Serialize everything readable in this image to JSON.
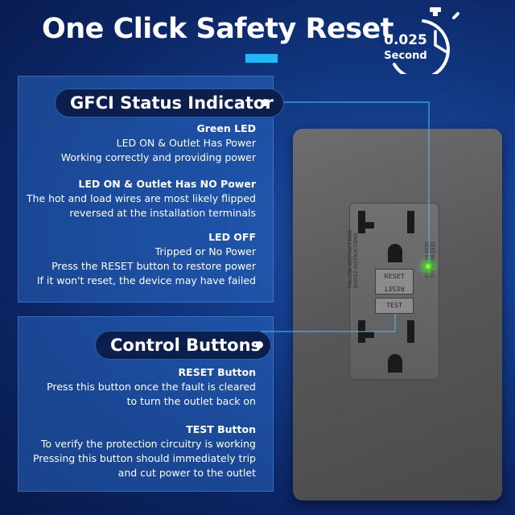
{
  "header": {
    "title": "One Click Safety Reset",
    "timer_value": "0.025",
    "timer_unit": "Second"
  },
  "status_section": {
    "heading": "GFCI Status Indicator",
    "items": [
      {
        "title": "Green LED",
        "lines": [
          "LED ON & Outlet Has Power",
          "Working correctly and providing power"
        ]
      },
      {
        "title": "LED ON & Outlet Has NO Power",
        "lines": [
          "The hot and load wires are most likely flipped",
          "reversed at the installation terminals"
        ]
      },
      {
        "title": "LED OFF",
        "lines": [
          "Tripped or No Power",
          "Press the RESET button to restore power",
          "If it won't reset, the device may have failed"
        ]
      }
    ]
  },
  "buttons_section": {
    "heading": "Control Buttons",
    "items": [
      {
        "title": "RESET Button",
        "lines": [
          "Press this button once the fault is cleared",
          "to turn the outlet back on"
        ]
      },
      {
        "title": "TEST Button",
        "lines": [
          "To verify the protection circuitry is working",
          "Pressing this button should immediately trip",
          "and cut power to the outlet"
        ]
      }
    ]
  },
  "device": {
    "reset_label": "RESET",
    "test_label": "TEST",
    "left_label_1": "FOLLOW INSTRUCTIONS",
    "left_label_2": "SUIVEZ INSTRUCTIONS",
    "right_label_1": "TEST MENSUEL",
    "right_label_2": "TEST MONTHLY"
  },
  "colors": {
    "background": "#0b2462",
    "accent": "#23b8f5",
    "led_green": "#43e022",
    "pill": "#0c1e4c"
  }
}
